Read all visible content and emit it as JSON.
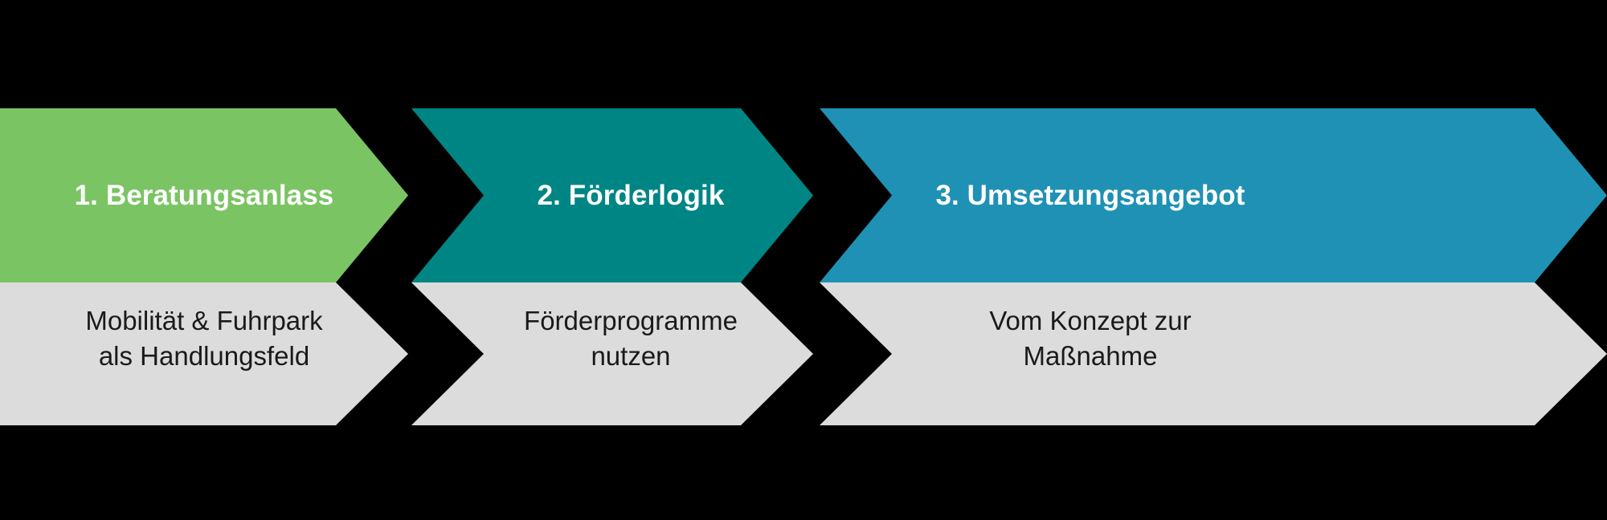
{
  "diagram": {
    "type": "chevron-process-flow",
    "background_color": "#000000",
    "body_color": "#dcdcdc",
    "stages": [
      {
        "title": "1. Beratungsanlass",
        "subtitle_line_1": "Mobilität & Fuhrpark",
        "subtitle_line_2": "als Handlungsfeld",
        "color": "#7bc464"
      },
      {
        "title": "2. Förderlogik",
        "subtitle_line_1": "Förderprogramme",
        "subtitle_line_2": "nutzen",
        "color": "#008585"
      },
      {
        "title": "3. Umsetzungsangebot",
        "subtitle_line_1": "Vom Konzept zur",
        "subtitle_line_2": "Maßnahme",
        "color": "#1f91b5"
      }
    ]
  }
}
